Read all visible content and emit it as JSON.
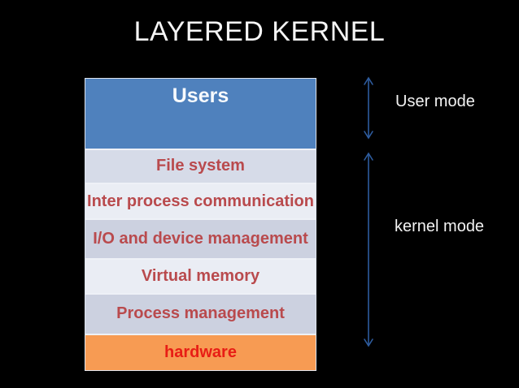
{
  "slide": {
    "title": "LAYERED KERNEL",
    "background_color": "#000000",
    "title_color": "#f5f5f5"
  },
  "diagram": {
    "layers": [
      {
        "label": "Users",
        "bg": "#4f81bd",
        "text_color": "#f7fafd",
        "mode": "user"
      },
      {
        "label": "File system",
        "bg": "#d6dbe8",
        "text_color": "#b94a4d",
        "mode": "kernel"
      },
      {
        "label": "Inter process communication",
        "bg": "#eaedf4",
        "text_color": "#b94a4d",
        "mode": "kernel"
      },
      {
        "label": "I/O and device management",
        "bg": "#ccd1e0",
        "text_color": "#b94a4d",
        "mode": "kernel"
      },
      {
        "label": "Virtual memory",
        "bg": "#eaedf4",
        "text_color": "#b94a4d",
        "mode": "kernel"
      },
      {
        "label": "Process management",
        "bg": "#ccd1e0",
        "text_color": "#b94a4d",
        "mode": "kernel"
      },
      {
        "label": "hardware",
        "bg": "#f79b53",
        "text_color": "#e81d15",
        "mode": "hardware"
      }
    ]
  },
  "annotations": {
    "user_mode_label": "User mode",
    "kernel_mode_label": "kernel mode",
    "label_color": "#f2f2f2",
    "arrow_color": "#2e5c9e"
  }
}
